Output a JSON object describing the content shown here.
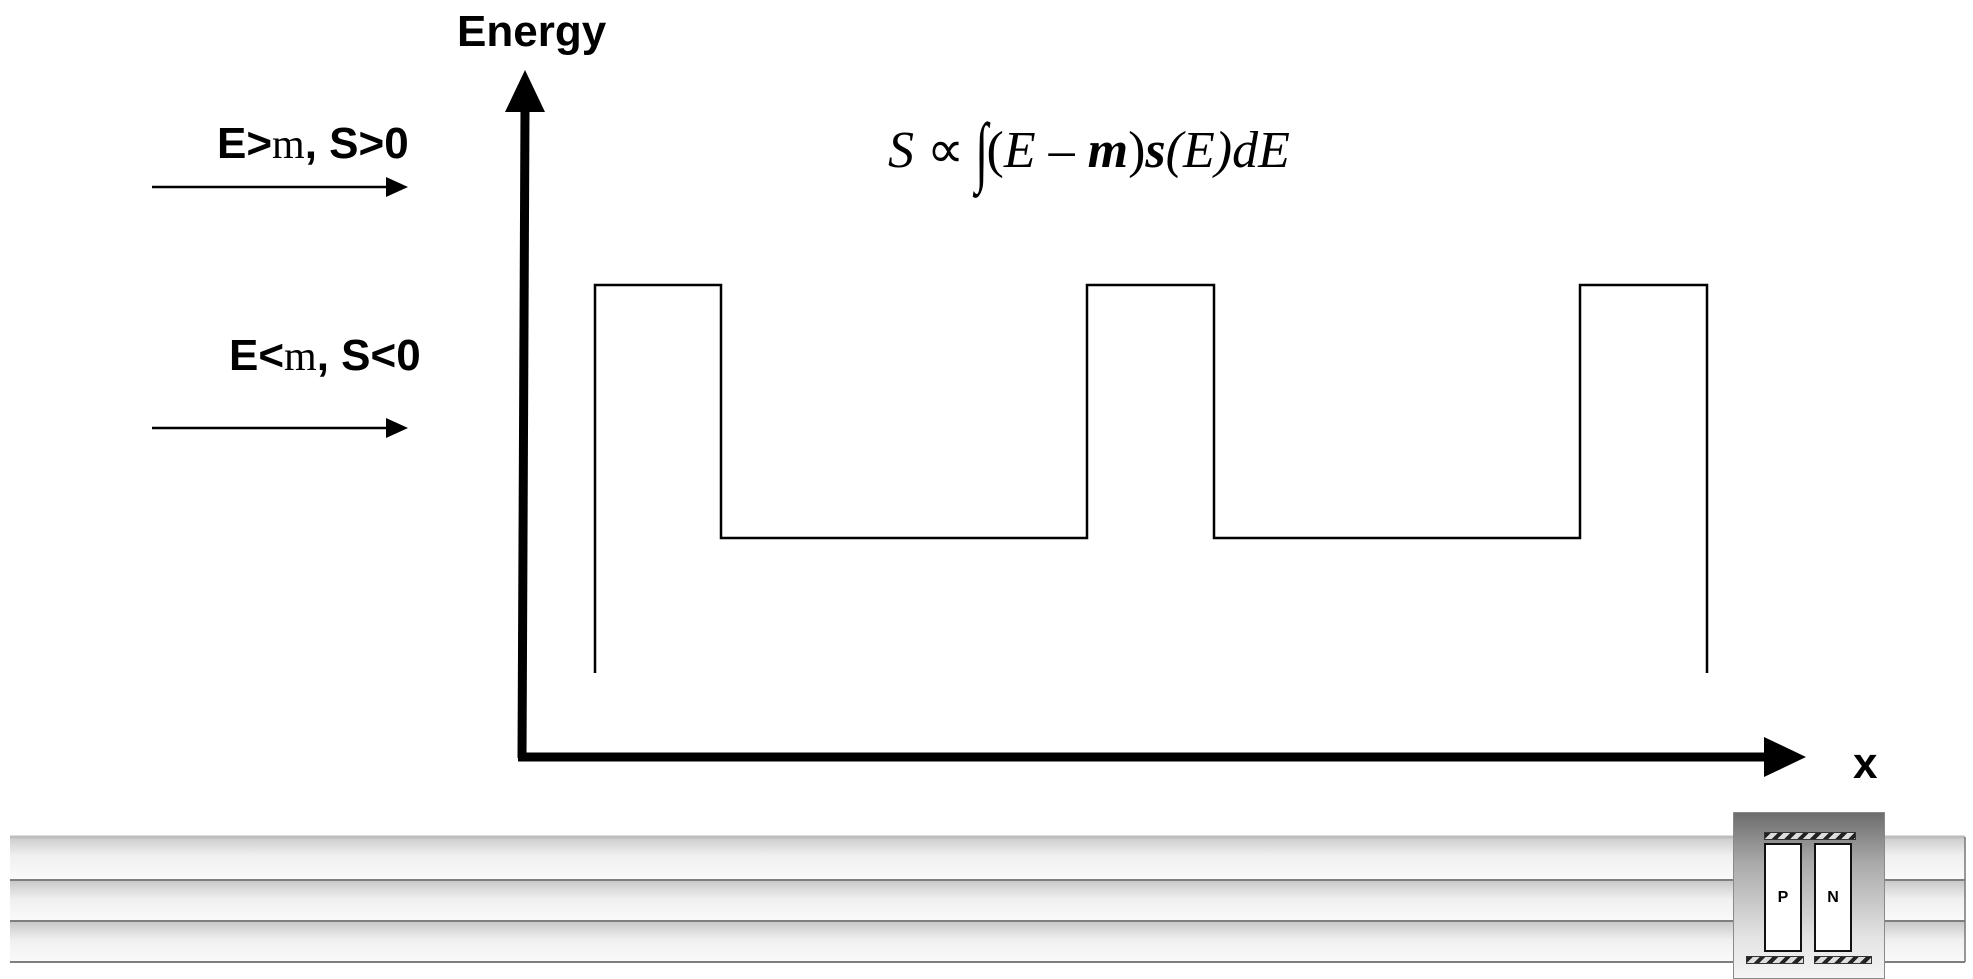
{
  "axes": {
    "y_label": "Energy",
    "x_label": "x"
  },
  "conditions": [
    {
      "name": "above",
      "prefix": "E>",
      "mu": "m",
      "suffix": ", S>0"
    },
    {
      "name": "below",
      "prefix": "E<",
      "mu": "m",
      "suffix": ", S<0"
    }
  ],
  "formula": {
    "lhs": "S",
    "relation": "∝",
    "integral": "∫",
    "open": "(",
    "e1": "E",
    "minus": " – ",
    "mu": "m",
    "close": ")",
    "sigma": "s",
    "arg": "(E)",
    "diff": "dE"
  },
  "device": {
    "left_leg": "P",
    "right_leg": "N"
  }
}
